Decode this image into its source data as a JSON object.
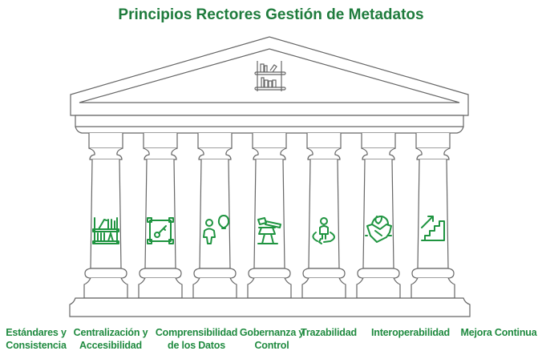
{
  "title": "Principios Rectores Gestión de Metadatos",
  "colors": {
    "accent": "#1f8a3f",
    "outline": "#666666"
  },
  "pediment_icon": "bookshelf-icon",
  "pillars": [
    {
      "line1": "Estándares y",
      "line2": "Consistencia",
      "icon": "bookshelf-icon"
    },
    {
      "line1": "Centralización y",
      "line2": "Accesibilidad",
      "icon": "key-frame-icon"
    },
    {
      "line1": "Comprensibilidad",
      "line2": "de los Datos",
      "icon": "person-idea-icon"
    },
    {
      "line1": "Gobernanza y",
      "line2": "Control",
      "icon": "gavel-icon"
    },
    {
      "line1": "Trazabilidad",
      "line2": "",
      "icon": "person-rotate-icon"
    },
    {
      "line1": "Interoperabilidad",
      "line2": "",
      "icon": "handshake-globe-icon"
    },
    {
      "line1": "Mejora Continua",
      "line2": "",
      "icon": "stairs-arrow-icon"
    }
  ]
}
